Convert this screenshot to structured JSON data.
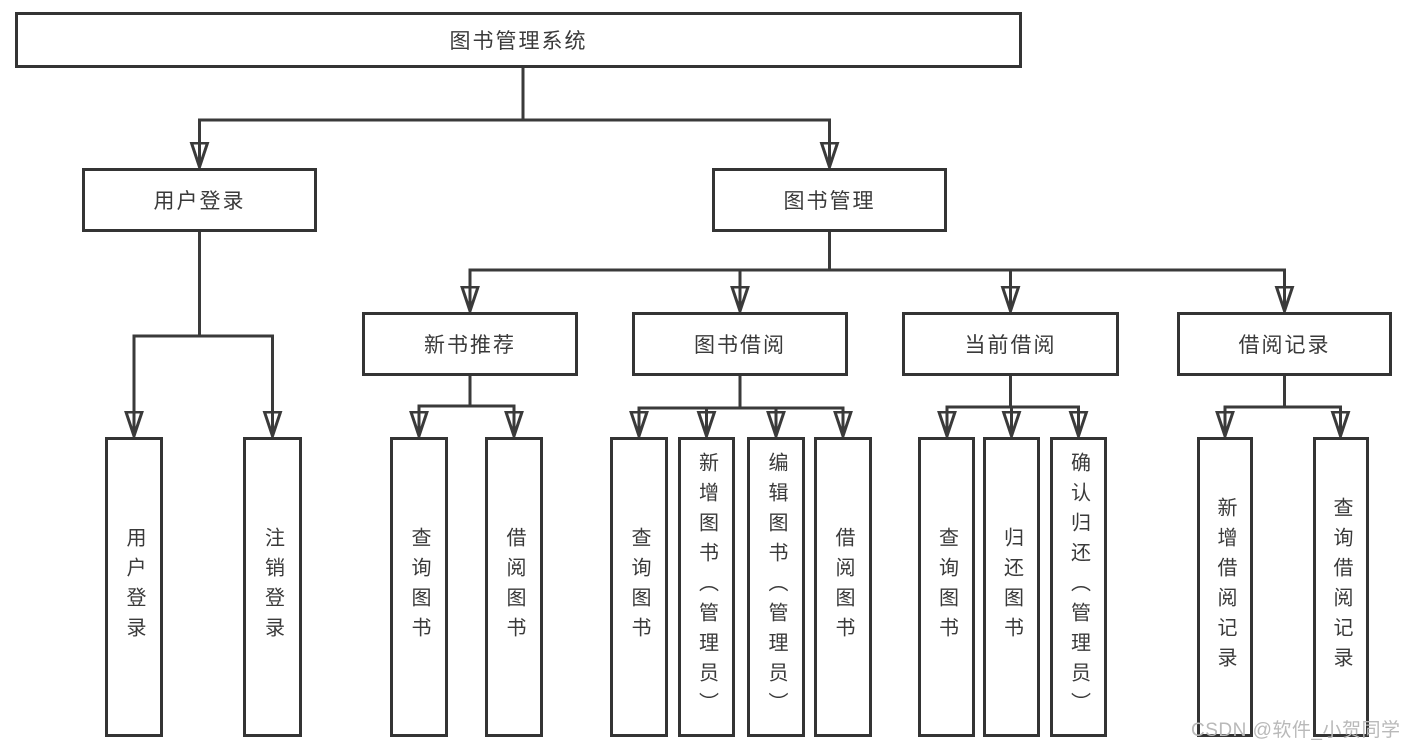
{
  "tree": {
    "label": "图书管理系统",
    "children": [
      {
        "label": "用户登录",
        "children": [
          {
            "label": "用户登录"
          },
          {
            "label": "注销登录"
          }
        ]
      },
      {
        "label": "图书管理",
        "children": [
          {
            "label": "新书推荐",
            "children": [
              {
                "label": "查询图书"
              },
              {
                "label": "借阅图书"
              }
            ]
          },
          {
            "label": "图书借阅",
            "children": [
              {
                "label": "查询图书"
              },
              {
                "label": "新增图书（管理员）"
              },
              {
                "label": "编辑图书（管理员）"
              },
              {
                "label": "借阅图书"
              }
            ]
          },
          {
            "label": "当前借阅",
            "children": [
              {
                "label": "查询图书"
              },
              {
                "label": "归还图书"
              },
              {
                "label": "确认归还（管理员）"
              }
            ]
          },
          {
            "label": "借阅记录",
            "children": [
              {
                "label": "新增借阅记录"
              },
              {
                "label": "查询借阅记录"
              }
            ]
          }
        ]
      }
    ]
  },
  "watermark": {
    "text": "CSDN @软件_小贺同学"
  },
  "colors": {
    "line": "#3a3a3a",
    "box_border": "#343434",
    "box_background": "#ffffff",
    "text": "#3a3a3a",
    "watermark_text": "#b9b9b9"
  }
}
